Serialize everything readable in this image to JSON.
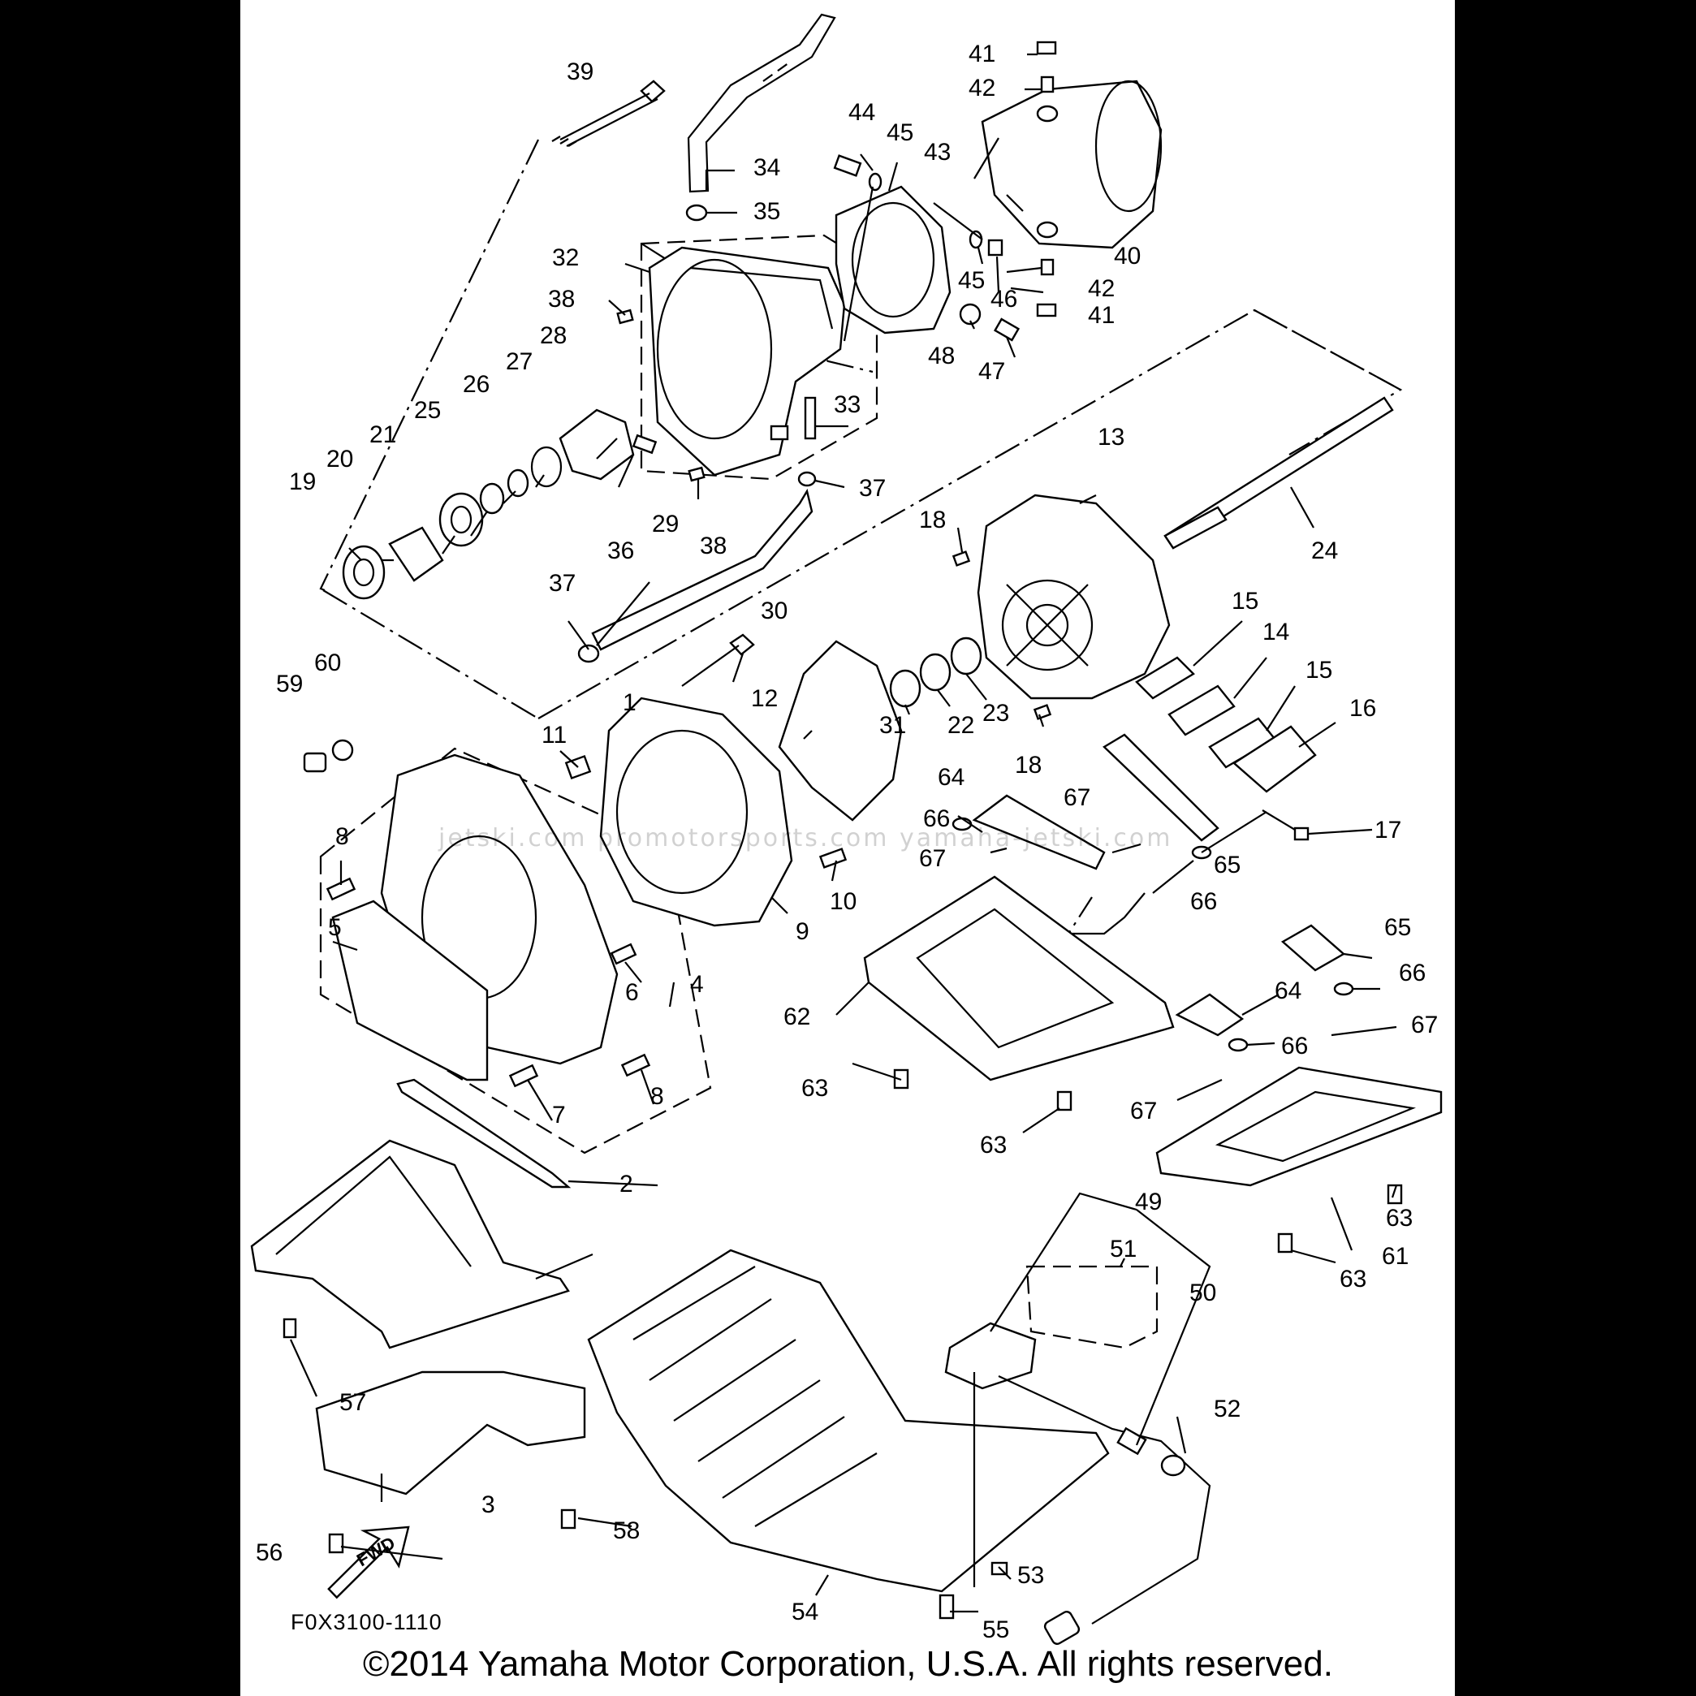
{
  "figure_code": "F0X3100-1110",
  "copyright": "©2014 Yamaha Motor Corporation, U.S.A. All rights reserved.",
  "watermark": "jetski.com   promotorsports.com   yamaha-jetski.com",
  "fwd_label": "FWD",
  "parts": [
    {
      "id": "p1",
      "label": "1"
    },
    {
      "id": "p2",
      "label": "2"
    },
    {
      "id": "p3",
      "label": "3"
    },
    {
      "id": "p4",
      "label": "4"
    },
    {
      "id": "p5",
      "label": "5"
    },
    {
      "id": "p6",
      "label": "6"
    },
    {
      "id": "p7",
      "label": "7"
    },
    {
      "id": "p8a",
      "label": "8"
    },
    {
      "id": "p8b",
      "label": "8"
    },
    {
      "id": "p9",
      "label": "9"
    },
    {
      "id": "p10",
      "label": "10"
    },
    {
      "id": "p11",
      "label": "11"
    },
    {
      "id": "p12",
      "label": "12"
    },
    {
      "id": "p13",
      "label": "13"
    },
    {
      "id": "p14",
      "label": "14"
    },
    {
      "id": "p15a",
      "label": "15"
    },
    {
      "id": "p15b",
      "label": "15"
    },
    {
      "id": "p16",
      "label": "16"
    },
    {
      "id": "p17",
      "label": "17"
    },
    {
      "id": "p18a",
      "label": "18"
    },
    {
      "id": "p18b",
      "label": "18"
    },
    {
      "id": "p19",
      "label": "19"
    },
    {
      "id": "p20",
      "label": "20"
    },
    {
      "id": "p21",
      "label": "21"
    },
    {
      "id": "p22",
      "label": "22"
    },
    {
      "id": "p23",
      "label": "23"
    },
    {
      "id": "p24",
      "label": "24"
    },
    {
      "id": "p25",
      "label": "25"
    },
    {
      "id": "p26",
      "label": "26"
    },
    {
      "id": "p27",
      "label": "27"
    },
    {
      "id": "p28",
      "label": "28"
    },
    {
      "id": "p29",
      "label": "29"
    },
    {
      "id": "p30",
      "label": "30"
    },
    {
      "id": "p31",
      "label": "31"
    },
    {
      "id": "p32",
      "label": "32"
    },
    {
      "id": "p33",
      "label": "33"
    },
    {
      "id": "p34",
      "label": "34"
    },
    {
      "id": "p35",
      "label": "35"
    },
    {
      "id": "p36",
      "label": "36"
    },
    {
      "id": "p37a",
      "label": "37"
    },
    {
      "id": "p37b",
      "label": "37"
    },
    {
      "id": "p38a",
      "label": "38"
    },
    {
      "id": "p38b",
      "label": "38"
    },
    {
      "id": "p39",
      "label": "39"
    },
    {
      "id": "p40",
      "label": "40"
    },
    {
      "id": "p41a",
      "label": "41"
    },
    {
      "id": "p41b",
      "label": "41"
    },
    {
      "id": "p42a",
      "label": "42"
    },
    {
      "id": "p42b",
      "label": "42"
    },
    {
      "id": "p43",
      "label": "43"
    },
    {
      "id": "p44",
      "label": "44"
    },
    {
      "id": "p45a",
      "label": "45"
    },
    {
      "id": "p45b",
      "label": "45"
    },
    {
      "id": "p46",
      "label": "46"
    },
    {
      "id": "p47",
      "label": "47"
    },
    {
      "id": "p48",
      "label": "48"
    },
    {
      "id": "p49",
      "label": "49"
    },
    {
      "id": "p50",
      "label": "50"
    },
    {
      "id": "p51",
      "label": "51"
    },
    {
      "id": "p52",
      "label": "52"
    },
    {
      "id": "p53",
      "label": "53"
    },
    {
      "id": "p54",
      "label": "54"
    },
    {
      "id": "p55",
      "label": "55"
    },
    {
      "id": "p56",
      "label": "56"
    },
    {
      "id": "p57",
      "label": "57"
    },
    {
      "id": "p58",
      "label": "58"
    },
    {
      "id": "p59",
      "label": "59"
    },
    {
      "id": "p60",
      "label": "60"
    },
    {
      "id": "p61",
      "label": "61"
    },
    {
      "id": "p62",
      "label": "62"
    },
    {
      "id": "p63a",
      "label": "63"
    },
    {
      "id": "p63b",
      "label": "63"
    },
    {
      "id": "p63c",
      "label": "63"
    },
    {
      "id": "p63d",
      "label": "63"
    },
    {
      "id": "p64a",
      "label": "64"
    },
    {
      "id": "p64b",
      "label": "64"
    },
    {
      "id": "p65a",
      "label": "65"
    },
    {
      "id": "p65b",
      "label": "65"
    },
    {
      "id": "p66a",
      "label": "66"
    },
    {
      "id": "p66b",
      "label": "66"
    },
    {
      "id": "p66c",
      "label": "66"
    },
    {
      "id": "p66d",
      "label": "66"
    },
    {
      "id": "p67a",
      "label": "67"
    },
    {
      "id": "p67b",
      "label": "67"
    },
    {
      "id": "p67c",
      "label": "67"
    },
    {
      "id": "p67d",
      "label": "67"
    }
  ]
}
